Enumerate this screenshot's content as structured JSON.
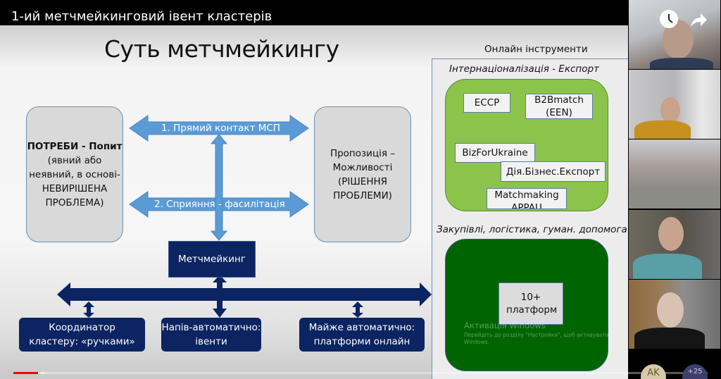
{
  "video": {
    "title": "1-ий метчмейкинговий івент кластерів",
    "progress": {
      "played_fraction": 0.036,
      "buffered_fraction": 0.045
    }
  },
  "slide": {
    "title": "Суть метчмейкингу",
    "needs_box": {
      "bold": "ПОТРЕБИ - Попит",
      "text": " (явний або неявний, в основі- НЕВИРІШЕНА ПРОБЛЕМА)"
    },
    "offer_box": "Пропозиція – Можливості (РІШЕННЯ ПРОБЛЕМИ)",
    "arrow1_label": "1. Прямий контакт МСП",
    "arrow2_label": "2. Сприяння - фасилітація",
    "matchmaking_box": "Метчмейкинг",
    "bottom_boxes": [
      {
        "line1": "Координатор",
        "line2": "кластеру: «ручками»"
      },
      {
        "line1": "Напів-автоматично:",
        "line2": "івенти"
      },
      {
        "line1": "Майже автоматично:",
        "line2": "платформи онлайн"
      }
    ],
    "online": {
      "title": "Онлайн інструменти",
      "section1_title": "Інтернаціоналізація - Експорт",
      "tools": [
        "ECCP",
        "B2Bmatch (EEN)",
        "BizForUkraine",
        "Дія.Бізнес.Експорт",
        "Matchmaking APPAU"
      ],
      "section2_title": "Закупівлі, логістика, гуман. допомога",
      "platforms": "10+ платформ"
    },
    "windows_watermark": {
      "title": "Активація Windows",
      "subtitle": "Перейдіть до розділу \"Настройки\", щоб активувати Windows."
    },
    "colors": {
      "navy": "#0c2461",
      "arrow_blue": "#5b9bd5",
      "light_green": "#8cc34a",
      "dark_green": "#006400",
      "gray_box": "#d9d9d9"
    }
  },
  "participants": {
    "avatars": [
      "AK",
      "+25"
    ]
  },
  "controls": {
    "watch_later_icon": "clock-icon",
    "share_icon": "share-arrow-icon"
  }
}
